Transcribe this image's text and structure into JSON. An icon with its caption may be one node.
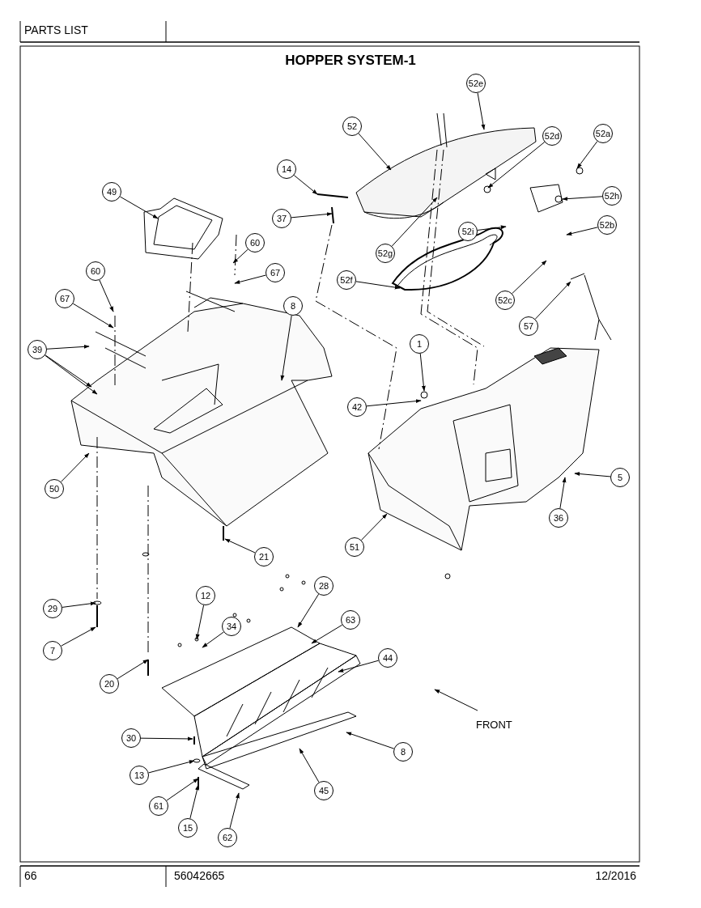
{
  "diagram": {
    "title": "HOPPER SYSTEM-1",
    "nodes": [
      {
        "text": [
          "52e"
        ]
      },
      {
        "text": [
          "52"
        ]
      },
      {
        "text": [
          "52a"
        ]
      },
      {
        "text": [
          "52d"
        ]
      },
      {
        "text": [
          "14"
        ]
      },
      {
        "text": [
          "52h"
        ]
      },
      {
        "text": [
          "37"
        ]
      },
      {
        "text": [
          "52b"
        ]
      },
      {
        "text": [
          "52i"
        ]
      },
      {
        "text": [
          "52g"
        ]
      },
      {
        "text": [
          "52f"
        ]
      },
      {
        "text": [
          "52c"
        ]
      },
      {
        "text": [
          "57"
        ]
      },
      {
        "text": [
          "49"
        ]
      },
      {
        "text": [
          "60"
        ]
      },
      {
        "text": [
          "67"
        ]
      },
      {
        "text": [
          "60"
        ]
      },
      {
        "text": [
          "67"
        ]
      },
      {
        "text": [
          "8"
        ]
      },
      {
        "text": [
          "39"
        ]
      },
      {
        "text": [
          "1"
        ]
      },
      {
        "text": [
          "42"
        ]
      },
      {
        "text": [
          "50"
        ]
      },
      {
        "text": [
          "5"
        ]
      },
      {
        "text": [
          "36"
        ]
      },
      {
        "text": [
          "51"
        ]
      },
      {
        "text": [
          "21"
        ]
      },
      {
        "text": [
          "29"
        ]
      },
      {
        "text": [
          "12"
        ]
      },
      {
        "text": [
          "28"
        ]
      },
      {
        "text": [
          "34"
        ]
      },
      {
        "text": [
          "63"
        ]
      },
      {
        "text": [
          "7"
        ]
      },
      {
        "text": [
          "44"
        ]
      },
      {
        "text": [
          "20"
        ]
      },
      {
        "text": [
          "30"
        ]
      },
      {
        "text": [
          "8"
        ]
      },
      {
        "text": [
          "13"
        ]
      },
      {
        "text": [
          "45"
        ]
      },
      {
        "text": [
          "61"
        ]
      },
      {
        "text": [
          "15"
        ]
      },
      {
        "text": [
          "62"
        ]
      }
    ],
    "edges": [
      {
        "from": 0,
        "to": null,
        "arrow": "to"
      },
      {
        "from": 1,
        "to": null,
        "arrow": "to"
      },
      {
        "from": 2,
        "to": null,
        "arrow": "to"
      },
      {
        "from": 3,
        "to": null,
        "arrow": "to"
      },
      {
        "from": 4,
        "to": null,
        "arrow": "to"
      },
      {
        "from": 5,
        "to": null,
        "arrow": "to"
      },
      {
        "from": 6,
        "to": null,
        "arrow": "to"
      },
      {
        "from": 7,
        "to": null,
        "arrow": "to"
      },
      {
        "from": 8,
        "to": null,
        "arrow": "to"
      },
      {
        "from": 9,
        "to": null,
        "arrow": "to"
      },
      {
        "from": 10,
        "to": null,
        "arrow": "to"
      },
      {
        "from": 11,
        "to": null,
        "arrow": "to"
      },
      {
        "from": 12,
        "to": null,
        "arrow": "to"
      },
      {
        "from": 13,
        "to": null,
        "arrow": "to"
      },
      {
        "from": 14,
        "to": null,
        "arrow": "to"
      },
      {
        "from": 15,
        "to": null,
        "arrow": "to"
      },
      {
        "from": 16,
        "to": null,
        "arrow": "to"
      },
      {
        "from": 17,
        "to": null,
        "arrow": "to"
      },
      {
        "from": 18,
        "to": null,
        "arrow": "to"
      },
      {
        "from": 19,
        "to": null,
        "arrow": "to"
      },
      {
        "from": 19,
        "to": null,
        "arrow": "to"
      },
      {
        "from": 19,
        "to": null,
        "arrow": "to"
      },
      {
        "from": 20,
        "to": null,
        "arrow": "to"
      },
      {
        "from": 21,
        "to": null,
        "arrow": "to"
      },
      {
        "from": 22,
        "to": null,
        "arrow": "to"
      },
      {
        "from": 23,
        "to": null,
        "arrow": "to"
      },
      {
        "from": 24,
        "to": null,
        "arrow": "to"
      },
      {
        "from": 25,
        "to": null,
        "arrow": "to"
      },
      {
        "from": 26,
        "to": null,
        "arrow": "to"
      },
      {
        "from": 27,
        "to": null,
        "arrow": "to"
      },
      {
        "from": 28,
        "to": null,
        "arrow": "to"
      },
      {
        "from": 29,
        "to": null,
        "arrow": "to"
      },
      {
        "from": 30,
        "to": null,
        "arrow": "to"
      },
      {
        "from": 31,
        "to": null,
        "arrow": "to"
      },
      {
        "from": 32,
        "to": null,
        "arrow": "to"
      },
      {
        "from": 33,
        "to": null,
        "arrow": "to"
      },
      {
        "from": 34,
        "to": null,
        "arrow": "to"
      },
      {
        "from": 35,
        "to": null,
        "arrow": "to"
      },
      {
        "from": 36,
        "to": null,
        "arrow": "to"
      },
      {
        "from": 37,
        "to": null,
        "arrow": "to"
      },
      {
        "from": 38,
        "to": null,
        "arrow": "to"
      },
      {
        "from": 39,
        "to": null,
        "arrow": "to"
      },
      {
        "from": 40,
        "to": null,
        "arrow": "to"
      },
      {
        "from": 41,
        "to": null,
        "arrow": "to"
      }
    ],
    "labels": [
      "PARTS LIST",
      "FRONT",
      "66",
      "56042665",
      "12/2016"
    ]
  }
}
